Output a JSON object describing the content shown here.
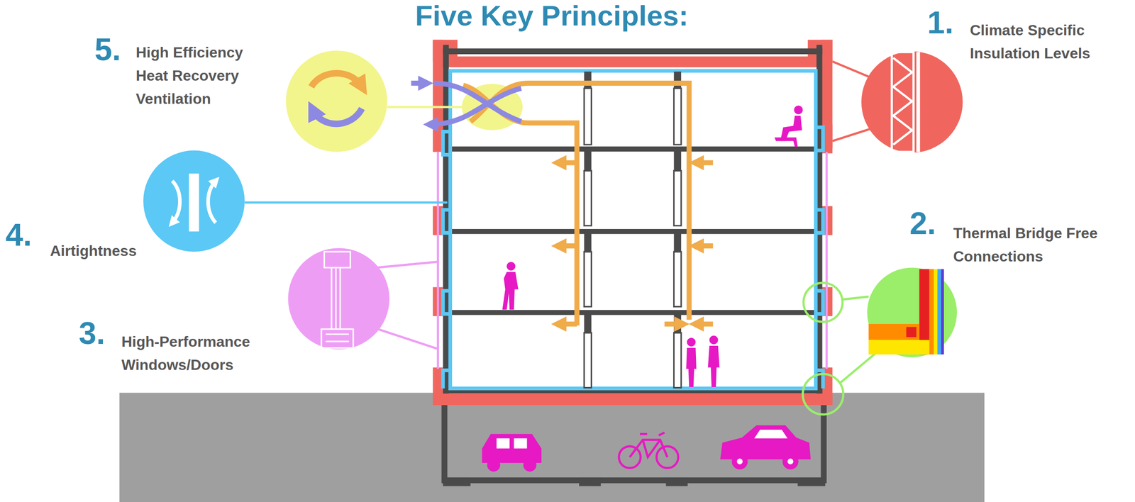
{
  "diagram": {
    "title": "Five Key Principles:",
    "labels": [
      "1.",
      "Climate Specific Insulation Levels",
      "2.",
      "Thermal Bridge Free Connections",
      "3.",
      "High-Performance Windows/Doors",
      "4.",
      "Airtightness",
      "5.",
      "High Efficiency Heat Recovery Ventilation"
    ]
  }
}
